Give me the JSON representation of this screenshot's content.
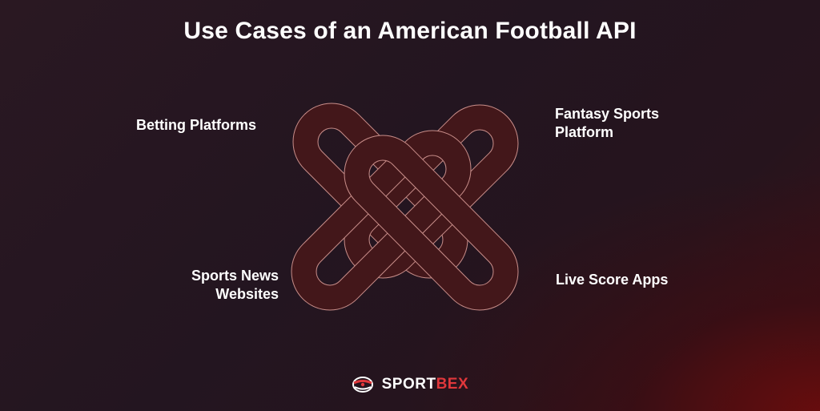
{
  "title": "Use Cases of an American Football API",
  "use_cases": {
    "betting": {
      "lines": [
        "Betting Platforms"
      ]
    },
    "fantasy": {
      "lines": [
        "Fantasy Sports",
        "Platform"
      ]
    },
    "news": {
      "lines": [
        "Sports News",
        "Websites"
      ]
    },
    "live": {
      "lines": [
        "Live Score Apps"
      ]
    }
  },
  "knot": {
    "fill_color": "#43171a",
    "stroke_color": "#c98e8a"
  },
  "brand": {
    "part_a": "SPORT",
    "part_b": "BEX",
    "logo_icon": "sportbex-logo-icon",
    "accent_color": "#e0373b"
  }
}
